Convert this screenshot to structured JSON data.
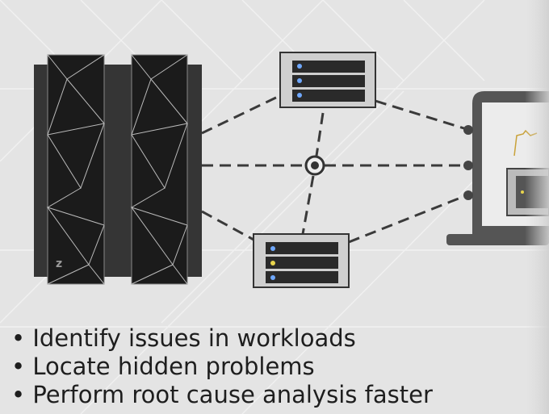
{
  "mainframe": {
    "badge": "z"
  },
  "bullets": [
    "Identify issues in workloads",
    "Locate hidden problems",
    "Perform root cause analysis faster"
  ],
  "colors": {
    "background": "#e4e4e4",
    "rack": "#1b1b1b",
    "frame": "#3a3a3a",
    "led_blue": "#6fa8ff",
    "led_yellow": "#e8d44d",
    "chart_line": "#c9a23a"
  }
}
